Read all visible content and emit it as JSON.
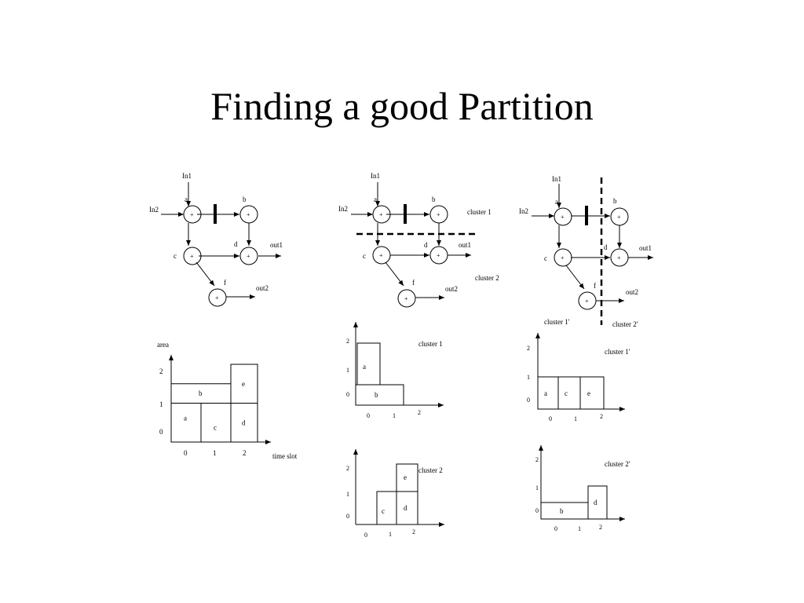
{
  "slide": {
    "title": "Finding a good Partition"
  },
  "graph1": {
    "in1": "In1",
    "in2": "In2",
    "a": "a",
    "b": "b",
    "c": "c",
    "d": "d",
    "f": "f",
    "out1": "out1",
    "out2": "out2",
    "plus": "+"
  },
  "graph2": {
    "in1": "In1",
    "in2": "In2",
    "a": "a",
    "b": "b",
    "c": "c",
    "d": "d",
    "f": "f",
    "out1": "out1",
    "out2": "out2",
    "plus": "+",
    "cluster1": "cluster 1",
    "cluster2": "cluster 2"
  },
  "graph3": {
    "in1": "In1",
    "in2": "In2",
    "a": "a",
    "b": "b",
    "c": "c",
    "d": "d",
    "f": "f",
    "out1": "out1",
    "out2": "out2",
    "plus": "+",
    "cluster1": "cluster 1'",
    "cluster2": "cluster 2'"
  },
  "chart_data": [
    {
      "type": "bar",
      "title": "",
      "xlabel": "time slot",
      "ylabel": "area",
      "xticks": [
        "0",
        "1",
        "2"
      ],
      "yticks": [
        "0",
        "1",
        "2"
      ],
      "blocks": [
        {
          "label": "a",
          "slot": 0,
          "area_from": 0,
          "area_to": 1
        },
        {
          "label": "c",
          "slot": 1,
          "area_from": 0,
          "area_to": 1
        },
        {
          "label": "d",
          "slot": 2,
          "area_from": 0,
          "area_to": 1
        },
        {
          "label": "b",
          "slot_from": 0,
          "slot_to": 2,
          "area_from": 1,
          "area_to": 1.5
        },
        {
          "label": "e",
          "slot": 2,
          "area_from": 1,
          "area_to": 2
        }
      ]
    },
    {
      "type": "bar",
      "title": "cluster 1",
      "xticks": [
        "0",
        "1",
        "2"
      ],
      "yticks": [
        "0",
        "1",
        "2"
      ],
      "blocks": [
        {
          "label": "a",
          "area_from": 0.5,
          "area_to": 2
        },
        {
          "label": "b",
          "area_from": 0,
          "area_to": 0.5
        }
      ]
    },
    {
      "type": "bar",
      "title": "cluster 2",
      "xticks": [
        "0",
        "1",
        "2"
      ],
      "yticks": [
        "0",
        "1",
        "2"
      ],
      "blocks": [
        {
          "label": "c",
          "area_from": 0,
          "area_to": 1
        },
        {
          "label": "d",
          "area_from": 0,
          "area_to": 1
        },
        {
          "label": "e",
          "area_from": 1,
          "area_to": 2
        }
      ]
    },
    {
      "type": "bar",
      "title": "cluster 1'",
      "xticks": [
        "0",
        "1",
        "2"
      ],
      "yticks": [
        "0",
        "1",
        "2"
      ],
      "blocks": [
        {
          "label": "a",
          "area_from": 0,
          "area_to": 1
        },
        {
          "label": "c",
          "area_from": 0,
          "area_to": 1
        },
        {
          "label": "e",
          "area_from": 0,
          "area_to": 1
        }
      ]
    },
    {
      "type": "bar",
      "title": "cluster 2'",
      "xticks": [
        "0",
        "1",
        "2"
      ],
      "yticks": [
        "0",
        "1",
        "2"
      ],
      "blocks": [
        {
          "label": "b",
          "area_from": 0,
          "area_to": 0.5
        },
        {
          "label": "d",
          "area_from": 0,
          "area_to": 1
        }
      ]
    }
  ]
}
